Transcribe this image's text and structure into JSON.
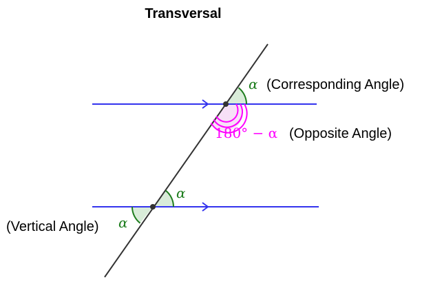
{
  "title": "Transversal",
  "labels": {
    "corresponding_symbol": "α",
    "corresponding_text": "(Corresponding Angle)",
    "opposite_expr": "180° − α",
    "opposite_text": "(Opposite Angle)",
    "lower_symbol": "α",
    "vertical_text": "(Vertical Angle)",
    "vertical_symbol": "α"
  },
  "colors": {
    "parallel_line": "#3333ee",
    "transversal": "#333333",
    "angle_green": "#1e7d1e",
    "angle_green_fill": "#d9ecd9",
    "opposite_magenta": "#ff00ff",
    "opposite_fill": "#f7e0f7",
    "point": "#333333"
  }
}
